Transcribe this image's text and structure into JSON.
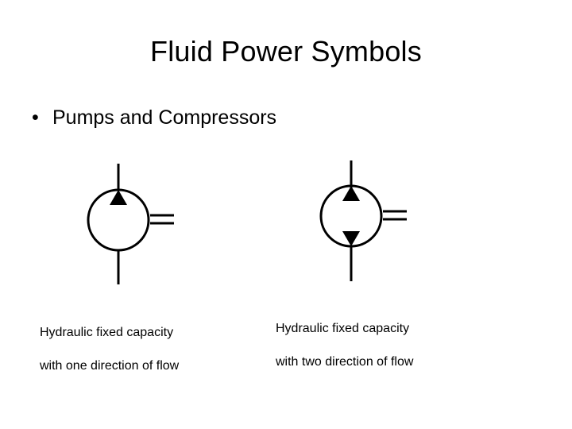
{
  "slide": {
    "title": "Fluid Power Symbols",
    "bullet": "Pumps and Compressors",
    "bullet_marker": "•"
  },
  "symbols": [
    {
      "caption_line1": "Hydraulic fixed capacity",
      "caption_line2": "with one direction of flow",
      "flow_arrows": 1
    },
    {
      "caption_line1": "Hydraulic fixed capacity",
      "caption_line2": "with two direction of flow",
      "flow_arrows": 2
    }
  ]
}
